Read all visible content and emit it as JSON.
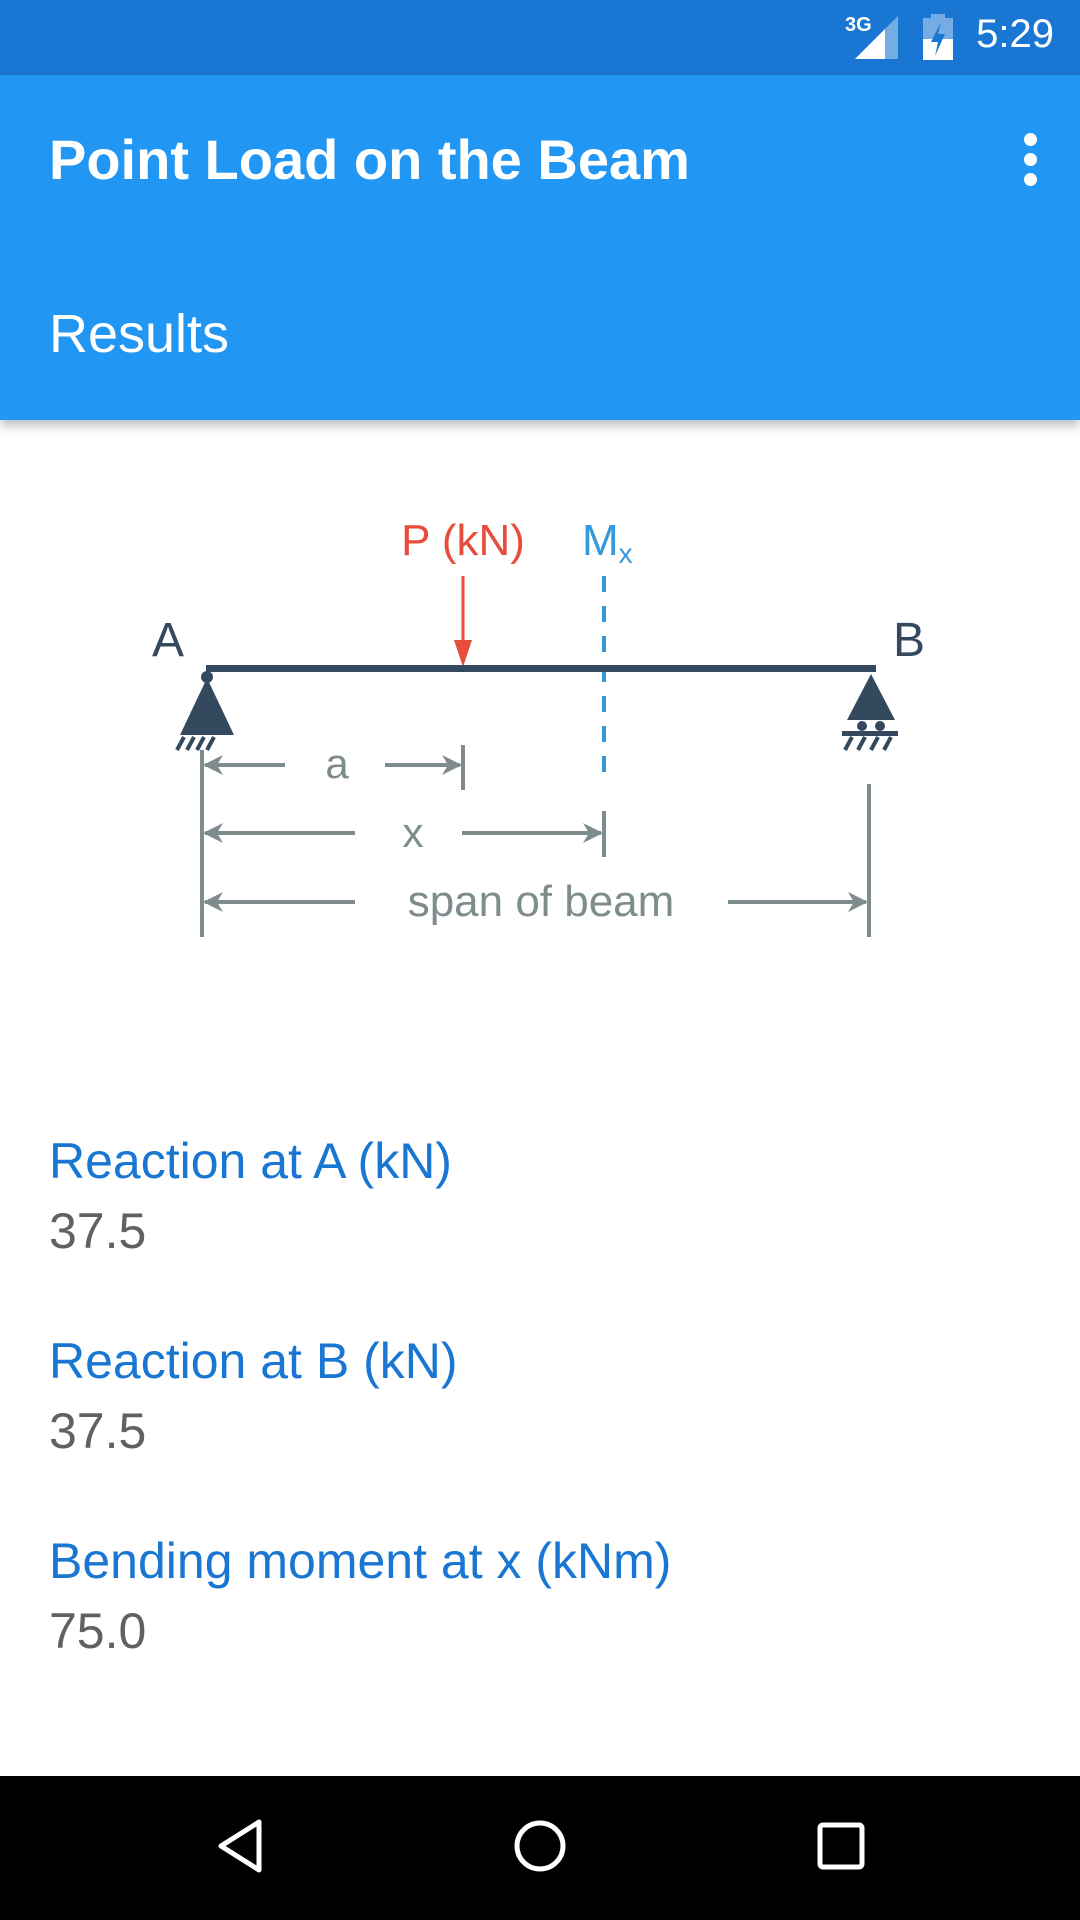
{
  "status_bar": {
    "network": "3G",
    "time": "5:29"
  },
  "toolbar": {
    "title": "Point Load on the Beam",
    "subtitle": "Results",
    "menu_icon": "more-vert-icon"
  },
  "diagram": {
    "load_label": "P (kN)",
    "moment_label": "M",
    "moment_subscript": "x",
    "support_a": "A",
    "support_b": "B",
    "dim_a": "a",
    "dim_x": "x",
    "dim_span": "span of beam",
    "colors": {
      "beam": "#34495E",
      "load": "#E74C3C",
      "moment": "#3498DB",
      "dims": "#7F8C8D"
    }
  },
  "results": [
    {
      "label": "Reaction at A (kN)",
      "value": "37.5"
    },
    {
      "label": "Reaction at B (kN)",
      "value": "37.5"
    },
    {
      "label": "Bending moment at x (kNm)",
      "value": "75.0"
    }
  ],
  "nav": {
    "back": "back-icon",
    "home": "home-icon",
    "recents": "recents-icon"
  }
}
